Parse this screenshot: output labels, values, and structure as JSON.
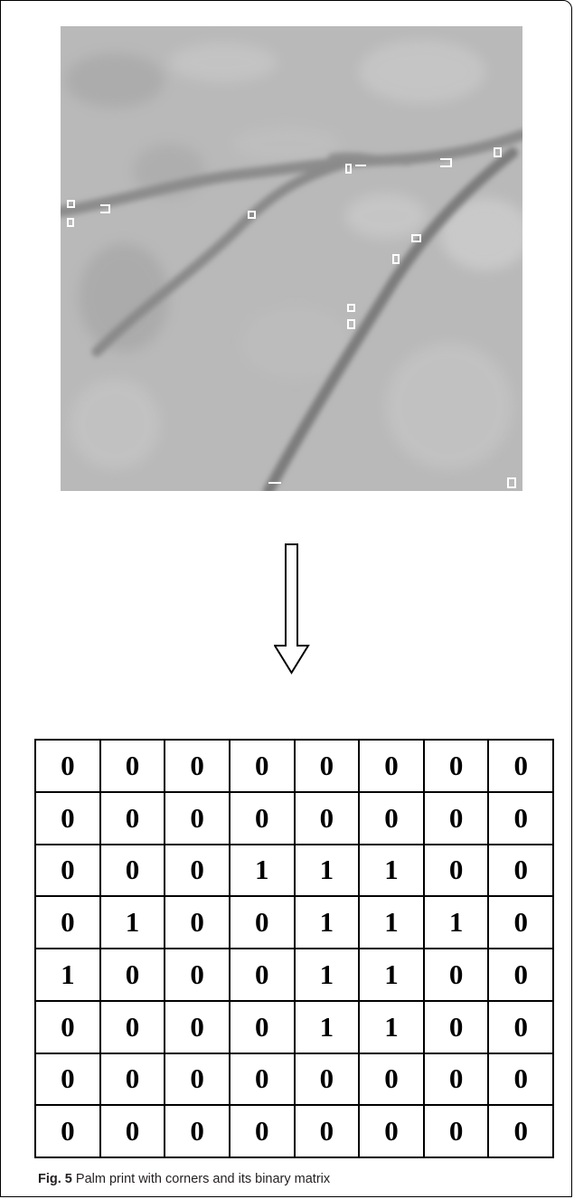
{
  "figure": {
    "label": "Fig. 5",
    "caption_text": " Palm print with corners and its binary matrix",
    "image_alt": "palm print image with detected corner markers",
    "colors": {
      "image_bg": "#b9b9b9",
      "crease": "#7f7f7f",
      "marker": "#ffffff",
      "border": "#000000",
      "caption": "#231f20"
    }
  },
  "arrow": {
    "icon": "down-arrow-icon",
    "direction": "down"
  },
  "matrix": {
    "rows": [
      [
        "0",
        "0",
        "0",
        "0",
        "0",
        "0",
        "0",
        "0"
      ],
      [
        "0",
        "0",
        "0",
        "0",
        "0",
        "0",
        "0",
        "0"
      ],
      [
        "0",
        "0",
        "0",
        "1",
        "1",
        "1",
        "0",
        "0"
      ],
      [
        "0",
        "1",
        "0",
        "0",
        "1",
        "1",
        "1",
        "0"
      ],
      [
        "1",
        "0",
        "0",
        "0",
        "1",
        "1",
        "0",
        "0"
      ],
      [
        "0",
        "0",
        "0",
        "0",
        "1",
        "1",
        "0",
        "0"
      ],
      [
        "0",
        "0",
        "0",
        "0",
        "0",
        "0",
        "0",
        "0"
      ],
      [
        "0",
        "0",
        "0",
        "0",
        "0",
        "0",
        "0",
        "0"
      ]
    ]
  }
}
